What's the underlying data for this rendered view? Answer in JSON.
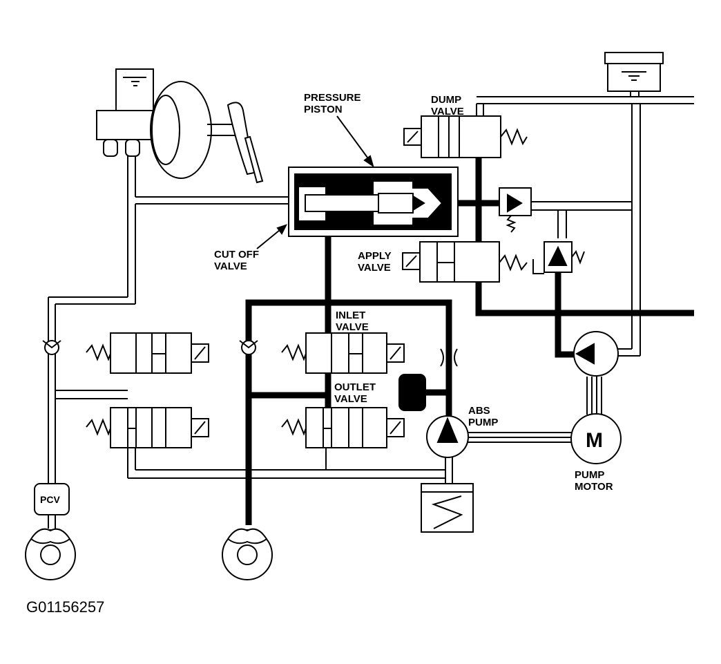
{
  "labels": {
    "pressure_piston": [
      "PRESSURE",
      "PISTON"
    ],
    "dump_valve": [
      "DUMP",
      "VALVE"
    ],
    "cut_off_valve": [
      "CUT OFF",
      "VALVE"
    ],
    "apply_valve": [
      "APPLY",
      "VALVE"
    ],
    "inlet_valve": [
      "INLET",
      "VALVE"
    ],
    "outlet_valve": [
      "OUTLET",
      "VALVE"
    ],
    "abs_pump": [
      "ABS",
      "PUMP"
    ],
    "pump_motor": [
      "PUMP",
      "MOTOR"
    ],
    "motor_symbol": "M",
    "pcv": "PCV",
    "figure_id": "G01156257"
  }
}
